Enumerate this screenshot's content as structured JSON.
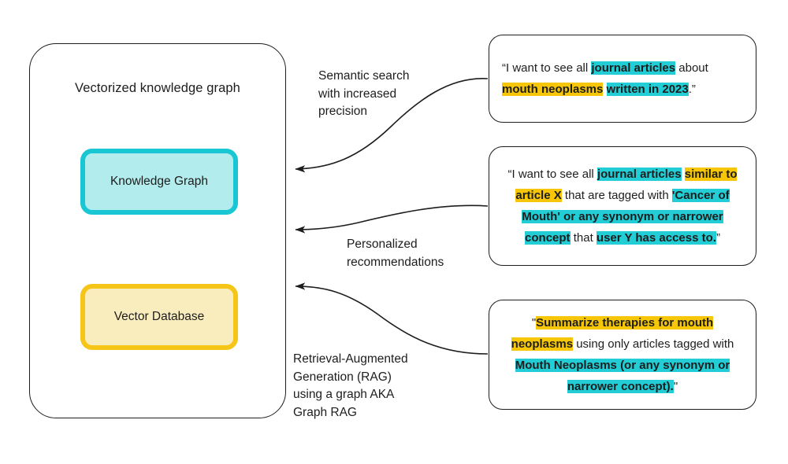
{
  "diagram": {
    "title_text": "Vectorized knowledge graph",
    "panel": {
      "label": "Vectorized knowledge graph",
      "nodes": [
        {
          "id": "knowledge-graph",
          "label": "Knowledge Graph",
          "border_color": "#18c6d4",
          "fill_color": "#b3ecec"
        },
        {
          "id": "vector-database",
          "label": "Vector Database",
          "border_color": "#f5c518",
          "fill_color": "#faedbd"
        }
      ],
      "internal_link": "bidirectional"
    },
    "process_labels": [
      {
        "id": "semantic-search",
        "text": "Semantic search\nwith increased\nprecision"
      },
      {
        "id": "personalized-recommendations",
        "text": "Personalized\nrecommendations"
      },
      {
        "id": "graph-rag",
        "text": "Retrieval-Augmented\nGeneration (RAG)\nusing a graph AKA\nGraph RAG"
      }
    ],
    "callouts": [
      {
        "id": "callout-semantic-search",
        "segments": [
          {
            "text": "“I want to see all ",
            "highlight": "none"
          },
          {
            "text": "journal articles",
            "highlight": "cyan"
          },
          {
            "text": " about ",
            "highlight": "none"
          },
          {
            "text": "mouth neoplasms",
            "highlight": "yellow"
          },
          {
            "text": " ",
            "highlight": "none"
          },
          {
            "text": "written in 2023",
            "highlight": "cyan"
          },
          {
            "text": ".”",
            "highlight": "none"
          }
        ]
      },
      {
        "id": "callout-personalized-recommendations",
        "segments": [
          {
            "text": "“I want to see all ",
            "highlight": "none"
          },
          {
            "text": "journal articles similar to article X",
            "highlight": "mixed"
          },
          {
            "text": " that are tagged with ",
            "highlight": "none"
          },
          {
            "text": "'Cancer of Mouth' or any synonym or narrower concept",
            "highlight": "cyan"
          },
          {
            "text": " that ",
            "highlight": "none"
          },
          {
            "text": "user Y has access to.",
            "highlight": "cyan"
          },
          {
            "text": "”",
            "highlight": "none"
          }
        ]
      },
      {
        "id": "callout-graph-rag",
        "segments": [
          {
            "text": "\"",
            "highlight": "none"
          },
          {
            "text": "Summarize therapies for mouth neoplasms",
            "highlight": "yellow"
          },
          {
            "text": " using only articles tagged with ",
            "highlight": "none"
          },
          {
            "text": "Mouth Neoplasms (or any synonym or narrower concept).",
            "highlight": "cyan"
          },
          {
            "text": "\"",
            "highlight": "none"
          }
        ]
      }
    ],
    "colors": {
      "highlight_cyan": "#22cdd6",
      "highlight_yellow": "#f7c707",
      "kg_border": "#18c6d4",
      "kg_fill": "#b3ecec",
      "vdb_border": "#f5c518",
      "vdb_fill": "#faedbd",
      "stroke": "#1d1d1d",
      "background": "#ffffff"
    },
    "connectors": [
      {
        "id": "arrow-semantic-search",
        "from": "callout-semantic-search",
        "to": "panel",
        "direction": "right-to-left"
      },
      {
        "id": "arrow-personalized-recommendations",
        "from": "callout-personalized-recommendations",
        "to": "panel",
        "direction": "right-to-left"
      },
      {
        "id": "arrow-graph-rag",
        "from": "callout-graph-rag",
        "to": "panel",
        "direction": "right-to-left"
      }
    ]
  }
}
